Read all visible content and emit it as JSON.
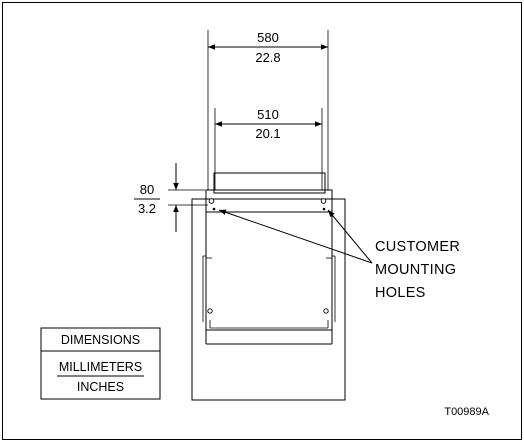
{
  "dimensions": {
    "outer_width": {
      "mm": "580",
      "in": "22.8"
    },
    "inner_width": {
      "mm": "510",
      "in": "20.1"
    },
    "hole_offset": {
      "mm": "80",
      "in": "3.2"
    }
  },
  "callout": {
    "line1": "CUSTOMER",
    "line2": "MOUNTING",
    "line3": "HOLES"
  },
  "legend": {
    "title": "DIMENSIONS",
    "numerator": "MILLIMETERS",
    "denominator": "INCHES"
  },
  "figure_id": "T00989A"
}
